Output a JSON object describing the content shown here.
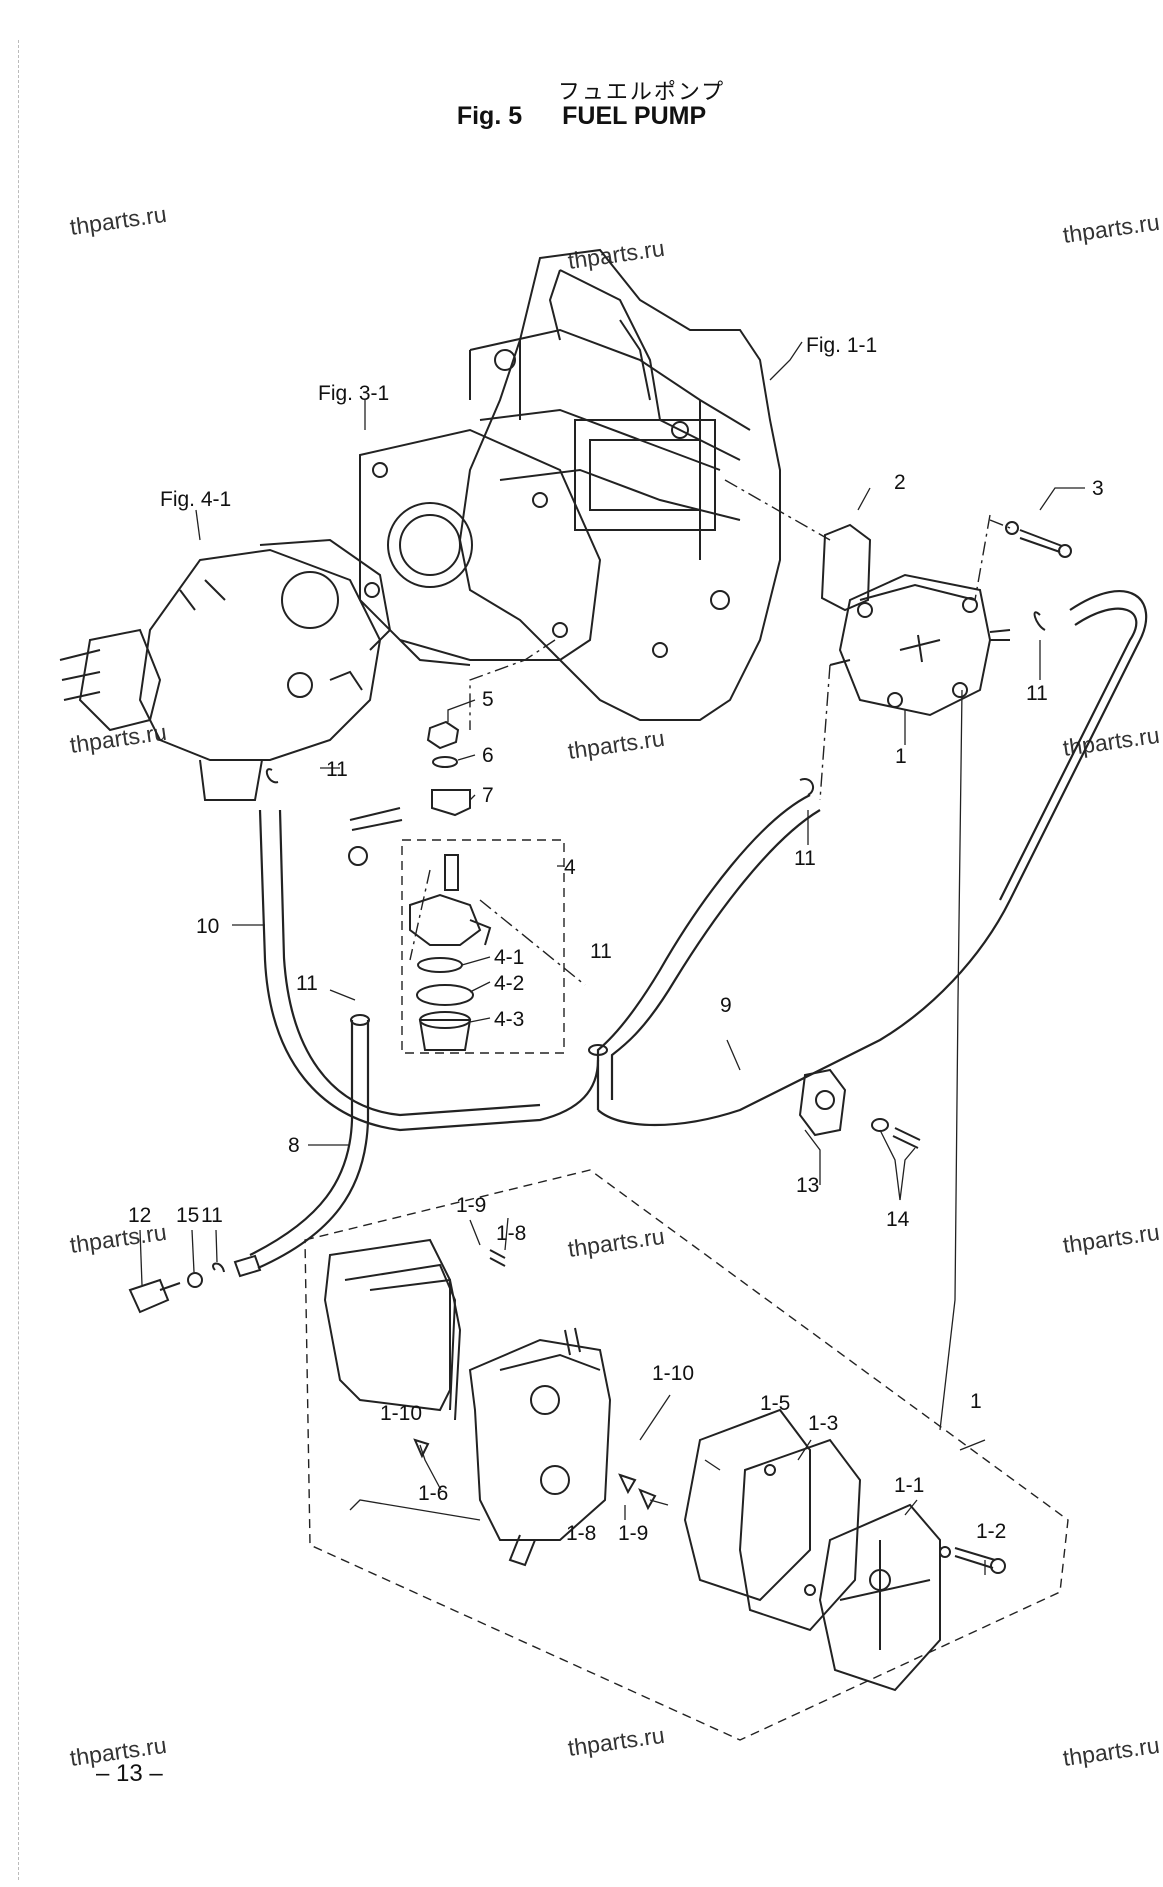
{
  "header": {
    "title_jp": "フュエルポンプ",
    "fig_number": "Fig. 5",
    "title": "FUEL PUMP"
  },
  "watermark": "thparts.ru",
  "references": {
    "fig_1_1": "Fig. 1-1",
    "fig_3_1": "Fig. 3-1",
    "fig_4_1": "Fig. 4-1"
  },
  "callouts": {
    "c1": "1",
    "c1b": "1",
    "c2": "2",
    "c3": "3",
    "c4": "4",
    "c5": "5",
    "c6": "6",
    "c7": "7",
    "c8": "8",
    "c9": "9",
    "c10": "10",
    "c11a": "11",
    "c11b": "11",
    "c11c": "11",
    "c11d": "11",
    "c11e": "11",
    "c11f": "11",
    "c12": "12",
    "c13": "13",
    "c14": "14",
    "c15": "15",
    "c4_1": "4-1",
    "c4_2": "4-2",
    "c4_3": "4-3",
    "c1_1": "1-1",
    "c1_2": "1-2",
    "c1_3": "1-3",
    "c1_5": "1-5",
    "c1_6": "1-6",
    "c1_8a": "1-8",
    "c1_8b": "1-8",
    "c1_9a": "1-9",
    "c1_9b": "1-9",
    "c1_10a": "1-10",
    "c1_10b": "1-10"
  },
  "footer": {
    "page_number": "– 13 –"
  }
}
